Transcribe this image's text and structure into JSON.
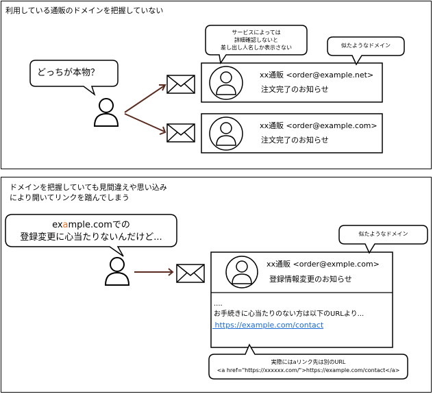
{
  "panel1": {
    "title": "利用している通販のドメインを把握していない",
    "bubble_question": "どっちが本物？",
    "bubble_service_lines": [
      "サービスによっては",
      "詳細確認しないと",
      "差し出し人名しか表示さない"
    ],
    "bubble_similar": "似たようなドメイン",
    "mail1": {
      "from": "xx通販 <order@example.net>",
      "subject": "注文完了のお知らせ"
    },
    "mail2": {
      "from": "xx通販 <order@example.com>",
      "subject": "注文完了のお知らせ"
    }
  },
  "panel2": {
    "title_lines": [
      "ドメインを把握していても見間違えや思い込み",
      "により開いてリンクを踏んでしまう"
    ],
    "bubble_thought_prefix": "ex",
    "bubble_thought_accent": "a",
    "bubble_thought_suffix": "mple.comでの",
    "bubble_thought_line2": "登録変更に心当たりないんだけど...",
    "bubble_similar": "似たようなドメイン",
    "mail": {
      "from": "xx通販 <order@exmple.com>",
      "subject": "登録情報変更のお知らせ",
      "body_ellipsis": "....",
      "body_text": "お手続きに心当たりのない方は以下のURLより...",
      "link": " https://example.com/contact"
    },
    "bubble_actual_lines": [
      "実際にはaリンク先は別のURL",
      "<a href=\"https://xxxxxx.com/\">https://example.com/contact</a>"
    ]
  },
  "colors": {
    "arrow": "#5a2a1f",
    "link": "#1a6ad6",
    "accent": "#e8742a"
  }
}
